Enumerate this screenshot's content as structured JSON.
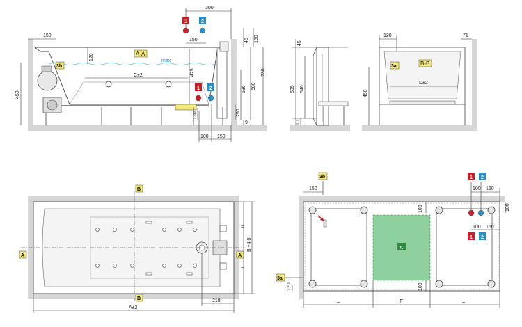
{
  "sections": {
    "aa": "A-A",
    "bb": "B-B",
    "max": "max"
  },
  "markers": {
    "one": "1",
    "two": "2",
    "three_a": "3a",
    "three_b": "3b",
    "a": "A",
    "b": "B"
  },
  "dims_aa": {
    "d300": "300",
    "d150_top": "150",
    "d150_pipe": "150",
    "d45": "45",
    "d150_r": "150",
    "d120": "120",
    "d425": "425",
    "d450": "450",
    "c": "C±2",
    "d536": "536",
    "d580": "580",
    "d730": "730",
    "d250": "250",
    "d130": "130",
    "d9": "9",
    "d100": "100",
    "d150_b": "150"
  },
  "dims_side": {
    "d45": "45",
    "d595": "595",
    "d540": "540",
    "d10": "10"
  },
  "dims_bb": {
    "d120": "120",
    "d71": "71",
    "d450": "450",
    "d": "D±2"
  },
  "dims_plan": {
    "d218": "218",
    "a": "A±2",
    "b": "B +4 0",
    "eq1": "=",
    "eq2": "="
  },
  "dims_floor": {
    "d150_top": "150",
    "d100_a": "100",
    "d150_b": "150",
    "d100_r": "100",
    "d100_v": "100",
    "d100_c": "100",
    "d150_c": "150",
    "d100_bot": "100",
    "d120": "120",
    "eq_l": "=",
    "e": "E",
    "eq_r": "="
  },
  "colors": {
    "red": "#c8202b",
    "blue": "#2a8fc6",
    "yellow": "#f5e97a",
    "green": "#8fd19e",
    "green_dark": "#2e8b3d",
    "wall": "#d6d6d6",
    "water": "#6ec6e6"
  }
}
